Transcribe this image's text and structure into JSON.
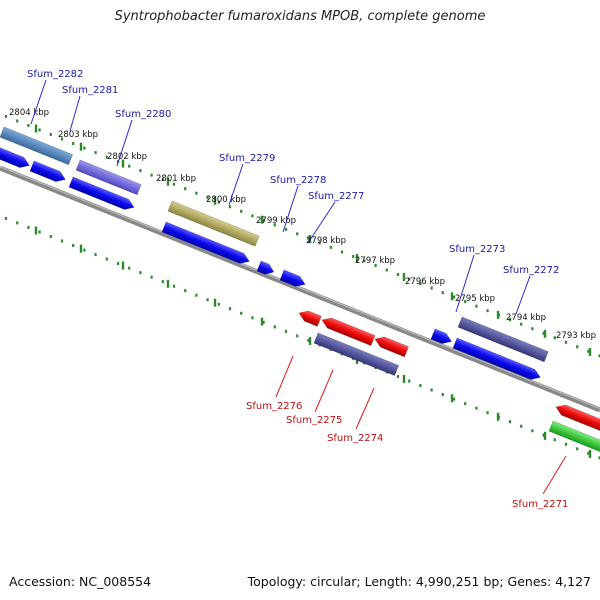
{
  "title": "Syntrophobacter fumaroxidans MPOB, complete genome",
  "footer": {
    "accession": "Accession: NC_008554",
    "summary": "Topology: circular; Length: 4,990,251 bp; Genes: 4,127"
  },
  "colors": {
    "forward_cds": "#0a0aee",
    "reverse_cds": "#ee0a0a",
    "backbone": "#777777",
    "tick": "#2a8a2a",
    "forward_label": "#1a1aa8",
    "reverse_label": "#c01010"
  },
  "scale": {
    "unit": "kbp",
    "ticks": [
      {
        "label": "2804 kbp"
      },
      {
        "label": "2803 kbp"
      },
      {
        "label": "2802 kbp"
      },
      {
        "label": "2801 kbp"
      },
      {
        "label": "2800 kbp"
      },
      {
        "label": "2799 kbp"
      },
      {
        "label": "2798 kbp"
      },
      {
        "label": "2797 kbp"
      },
      {
        "label": "2796 kbp"
      },
      {
        "label": "2795 kbp"
      },
      {
        "label": "2794 kbp"
      },
      {
        "label": "2793 kbp"
      }
    ]
  },
  "genes": [
    {
      "name": "Sfum_2282",
      "strand": "forward"
    },
    {
      "name": "Sfum_2281",
      "strand": "forward"
    },
    {
      "name": "Sfum_2280",
      "strand": "forward"
    },
    {
      "name": "Sfum_2279",
      "strand": "forward"
    },
    {
      "name": "Sfum_2278",
      "strand": "forward"
    },
    {
      "name": "Sfum_2277",
      "strand": "forward"
    },
    {
      "name": "Sfum_2276",
      "strand": "reverse"
    },
    {
      "name": "Sfum_2275",
      "strand": "reverse"
    },
    {
      "name": "Sfum_2274",
      "strand": "reverse"
    },
    {
      "name": "Sfum_2273",
      "strand": "forward"
    },
    {
      "name": "Sfum_2272",
      "strand": "forward"
    },
    {
      "name": "Sfum_2271",
      "strand": "reverse"
    }
  ],
  "feature_colors": {
    "steel_blue": "#4a7fb8",
    "periwinkle": "#6a63d8",
    "olive": "#b3a95a",
    "slate": "#4a4a96",
    "green": "#22c422"
  }
}
